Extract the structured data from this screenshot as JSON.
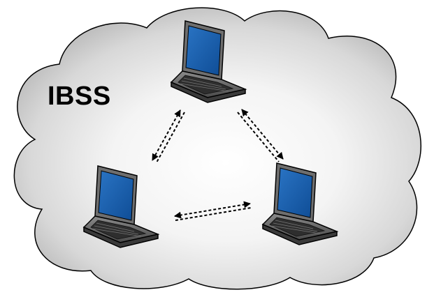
{
  "diagram": {
    "label": "IBSS",
    "nodes": [
      {
        "id": "laptop-top",
        "icon": "laptop-icon"
      },
      {
        "id": "laptop-left",
        "icon": "laptop-icon"
      },
      {
        "id": "laptop-right",
        "icon": "laptop-icon"
      }
    ],
    "links": [
      {
        "from": "laptop-top",
        "to": "laptop-left",
        "style": "dashed-double-arrow"
      },
      {
        "from": "laptop-top",
        "to": "laptop-right",
        "style": "dashed-double-arrow"
      },
      {
        "from": "laptop-left",
        "to": "laptop-right",
        "style": "dashed-double-arrow"
      }
    ],
    "colors": {
      "cloud_edge": "#b8b8b8",
      "cloud_center": "#ffffff",
      "cloud_outline": "#000000",
      "screen": "#1559a6",
      "laptop_body": "#5a5a5a",
      "keyboard": "#2e2e2e"
    }
  }
}
